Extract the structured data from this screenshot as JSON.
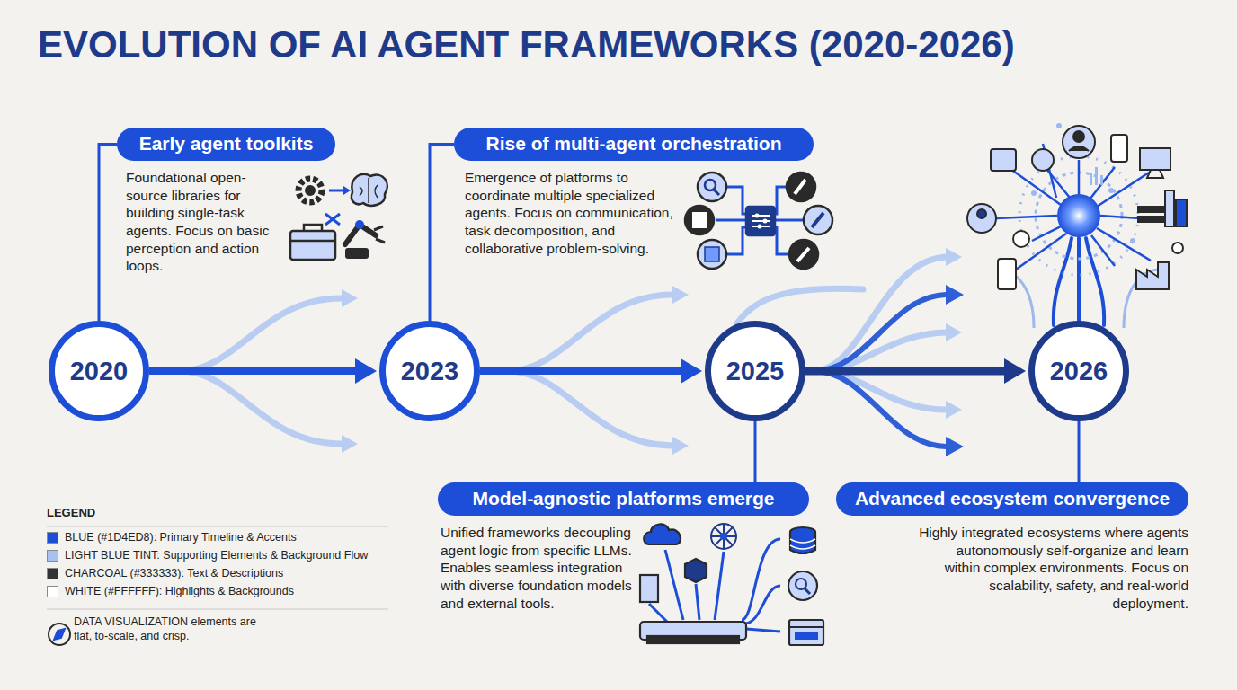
{
  "diagram": {
    "title": "EVOLUTION OF AI AGENT FRAMEWORKS (2020-2026)",
    "nodes": [
      {
        "text": [
          "Early agent toolkits",
          "Foundational open-source libraries for building single-task agents. Focus on basic perception and action loops."
        ]
      },
      {
        "text": [
          "Rise of multi-agent orchestration",
          "Emergence of platforms to coordinate multiple specialized agents. Focus on communication, task decomposition, and collaborative problem-solving."
        ]
      },
      {
        "text": [
          "2020"
        ]
      },
      {
        "text": [
          "2023"
        ]
      },
      {
        "text": [
          "2025"
        ]
      },
      {
        "text": [
          "2026"
        ]
      },
      {
        "text": [
          "Model-agnostic platforms emerge",
          "Unified frameworks decoupling agent logic from specific LLMs. Enables seamless integration with diverse foundation models and external tools."
        ]
      },
      {
        "text": [
          "Advanced ecosystem convergence",
          "Highly integrated ecosystems where agents autonomously self-organize and learn within complex environments. Focus on scalability, safety, and real-world deployment."
        ]
      }
    ],
    "edges": [
      {
        "from": 2,
        "to": 3,
        "arrow": "to"
      },
      {
        "from": 3,
        "to": 4,
        "arrow": "to"
      },
      {
        "from": 4,
        "to": 5,
        "arrow": "to"
      },
      {
        "from": 2,
        "to": 0,
        "arrow": "none"
      },
      {
        "from": 3,
        "to": 1,
        "arrow": "none"
      },
      {
        "from": 4,
        "to": 6,
        "arrow": "none"
      },
      {
        "from": 5,
        "to": 7,
        "arrow": "none"
      }
    ],
    "labels": [
      "LEGEND"
    ],
    "legend": [
      {
        "text": "BLUE (#1D4ED8): Primary Timeline & Accents",
        "color": "#1D4ED8"
      },
      {
        "text": "LIGHT BLUE TINT: Supporting Elements & Background Flow",
        "color": "#A9C1F0"
      },
      {
        "text": "CHARCOAL (#333333): Text & Descriptions",
        "color": "#333333"
      },
      {
        "text": "WHITE (#FFFFFF): Highlights & Backgrounds",
        "color": "#FFFFFF"
      },
      {
        "text": "DATA VISUALIZATION elements are flat, to-scale, and crisp."
      }
    ]
  }
}
